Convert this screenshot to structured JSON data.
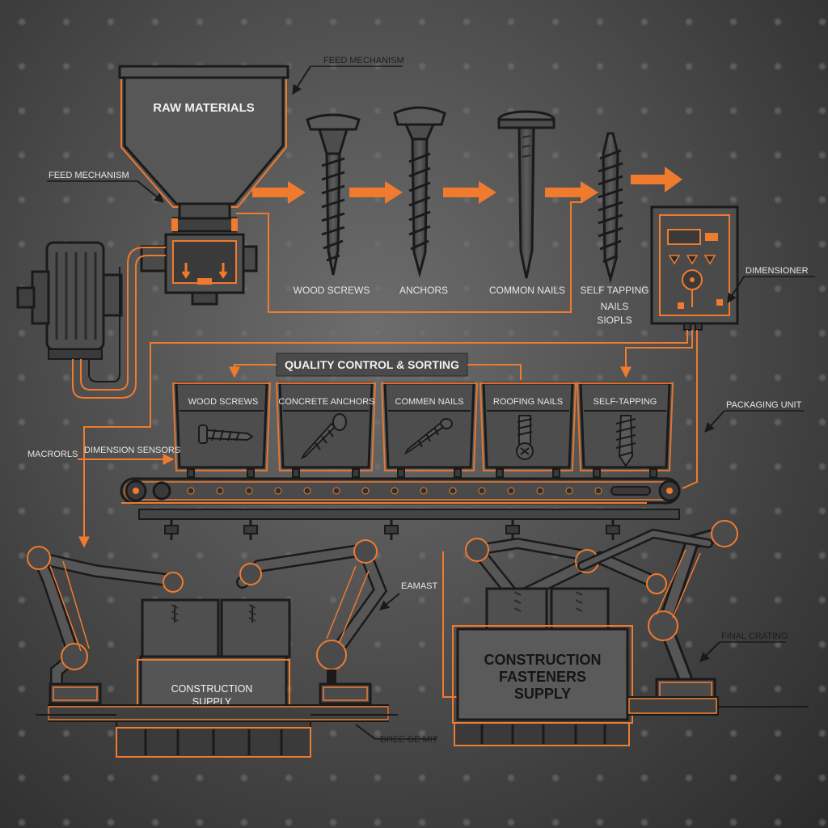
{
  "labels": {
    "feed_mechanism_top": "FEED MECHANISM",
    "feed_mechanism_left": "FEED MECHANISM",
    "raw_materials": "RAW MATERIALS",
    "wood_screws": "WOOD SCREWS",
    "anchors": "ANCHORS",
    "common_nails": "COMMON NAILS",
    "self_tapping_line1": "SELF TAPPING",
    "self_tapping_line2": "NAILS",
    "self_tapping_line3": "SIOPLS",
    "dimensioner": "DIMENSIONER",
    "quality_control": "QUALITY CONTROL & SORTING",
    "packaging_unit": "PACKAGING UNIT",
    "macrorls": "MACRORLS",
    "dimension_sensors": "DIMENSION SENSORS",
    "eamast": "EAMAST",
    "final_crating": "FINAL CRATING",
    "bottom_label": "DREE GE MIT",
    "construction_supply_line1": "CONSTRUCTION",
    "construction_supply_line2": "SUPPLY",
    "fasteners_line1": "CONSTRUCTION",
    "fasteners_line2": "FASTENERS",
    "fasteners_line3": "SUPPLY"
  },
  "bins": [
    {
      "label": "WOOD SCREWS"
    },
    {
      "label": "CONCRETE ANCHORS"
    },
    {
      "label": "COMMEN NAILS"
    },
    {
      "label": "ROOFING NAILS"
    },
    {
      "label": "SELF-TAPPING"
    }
  ],
  "colors": {
    "accent": "#f07a2e",
    "metal": "#4a4a4a",
    "outline": "#1a1a1a",
    "text": "#e6e6e6"
  },
  "icons": [
    "motor-icon",
    "hopper-icon",
    "screw-icon",
    "control-panel-icon",
    "robot-arm-icon",
    "crate-icon",
    "conveyor-icon"
  ]
}
